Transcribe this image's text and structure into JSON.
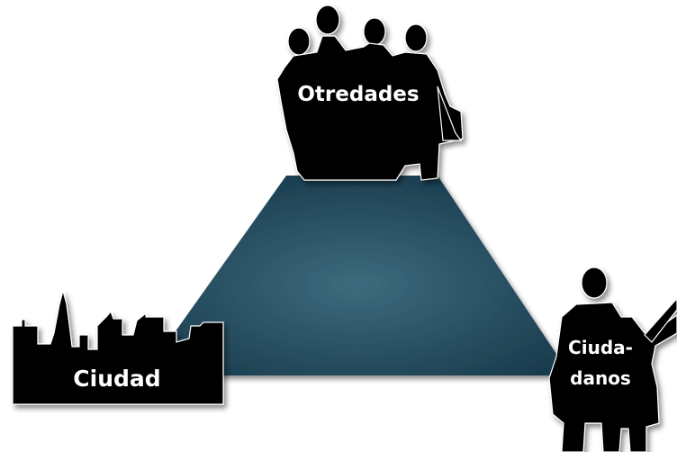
{
  "diagram": {
    "nodes": {
      "top": {
        "label": "Otredades",
        "icon": "group-of-people-silhouette-icon"
      },
      "left": {
        "label": "Ciudad",
        "icon": "city-skyline-silhouette-icon"
      },
      "right": {
        "label_line1": "Ciuda-",
        "label_line2": "danos",
        "icon": "couple-silhouette-icon"
      }
    },
    "colors": {
      "triangle_center": "#3e6b7e",
      "triangle_edge": "#16384a",
      "silhouette": "#000000",
      "label": "#ffffff"
    }
  }
}
